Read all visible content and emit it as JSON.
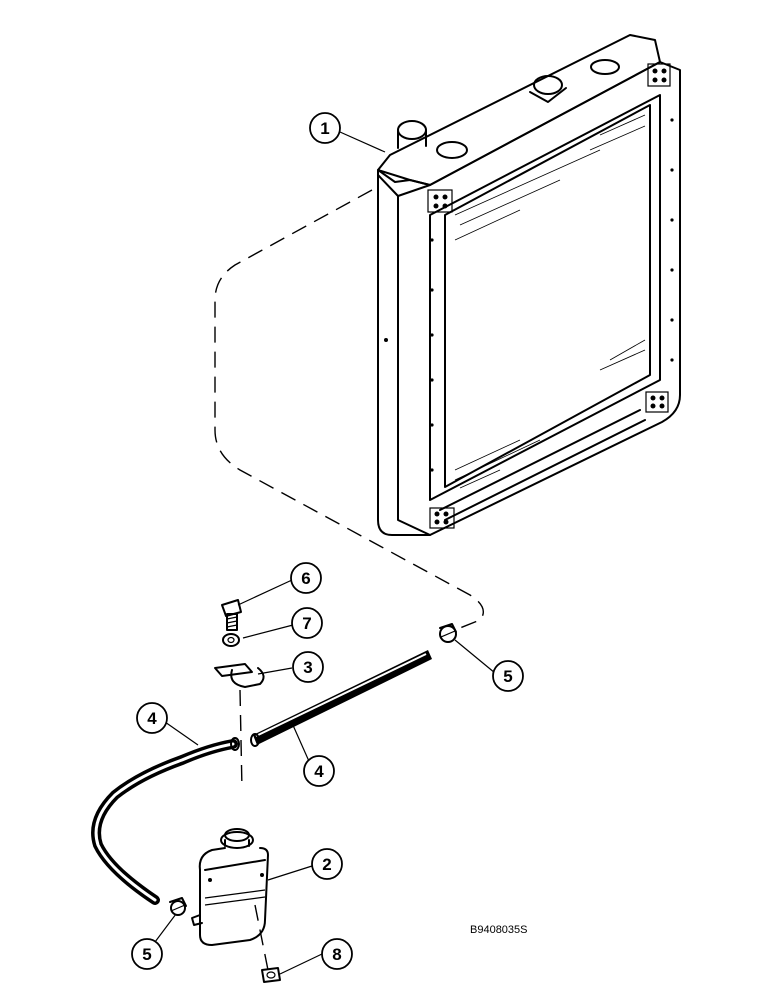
{
  "figure_code": "B9408035S",
  "callouts": [
    {
      "label": "1",
      "part": "radiator"
    },
    {
      "label": "2",
      "part": "reservoir"
    },
    {
      "label": "3",
      "part": "bracket"
    },
    {
      "label": "4",
      "part": "hose-left"
    },
    {
      "label": "4",
      "part": "hose-right"
    },
    {
      "label": "5",
      "part": "clamp-right"
    },
    {
      "label": "5",
      "part": "clamp-left"
    },
    {
      "label": "6",
      "part": "bolt"
    },
    {
      "label": "7",
      "part": "nut"
    },
    {
      "label": "8",
      "part": "nut-lower"
    }
  ]
}
